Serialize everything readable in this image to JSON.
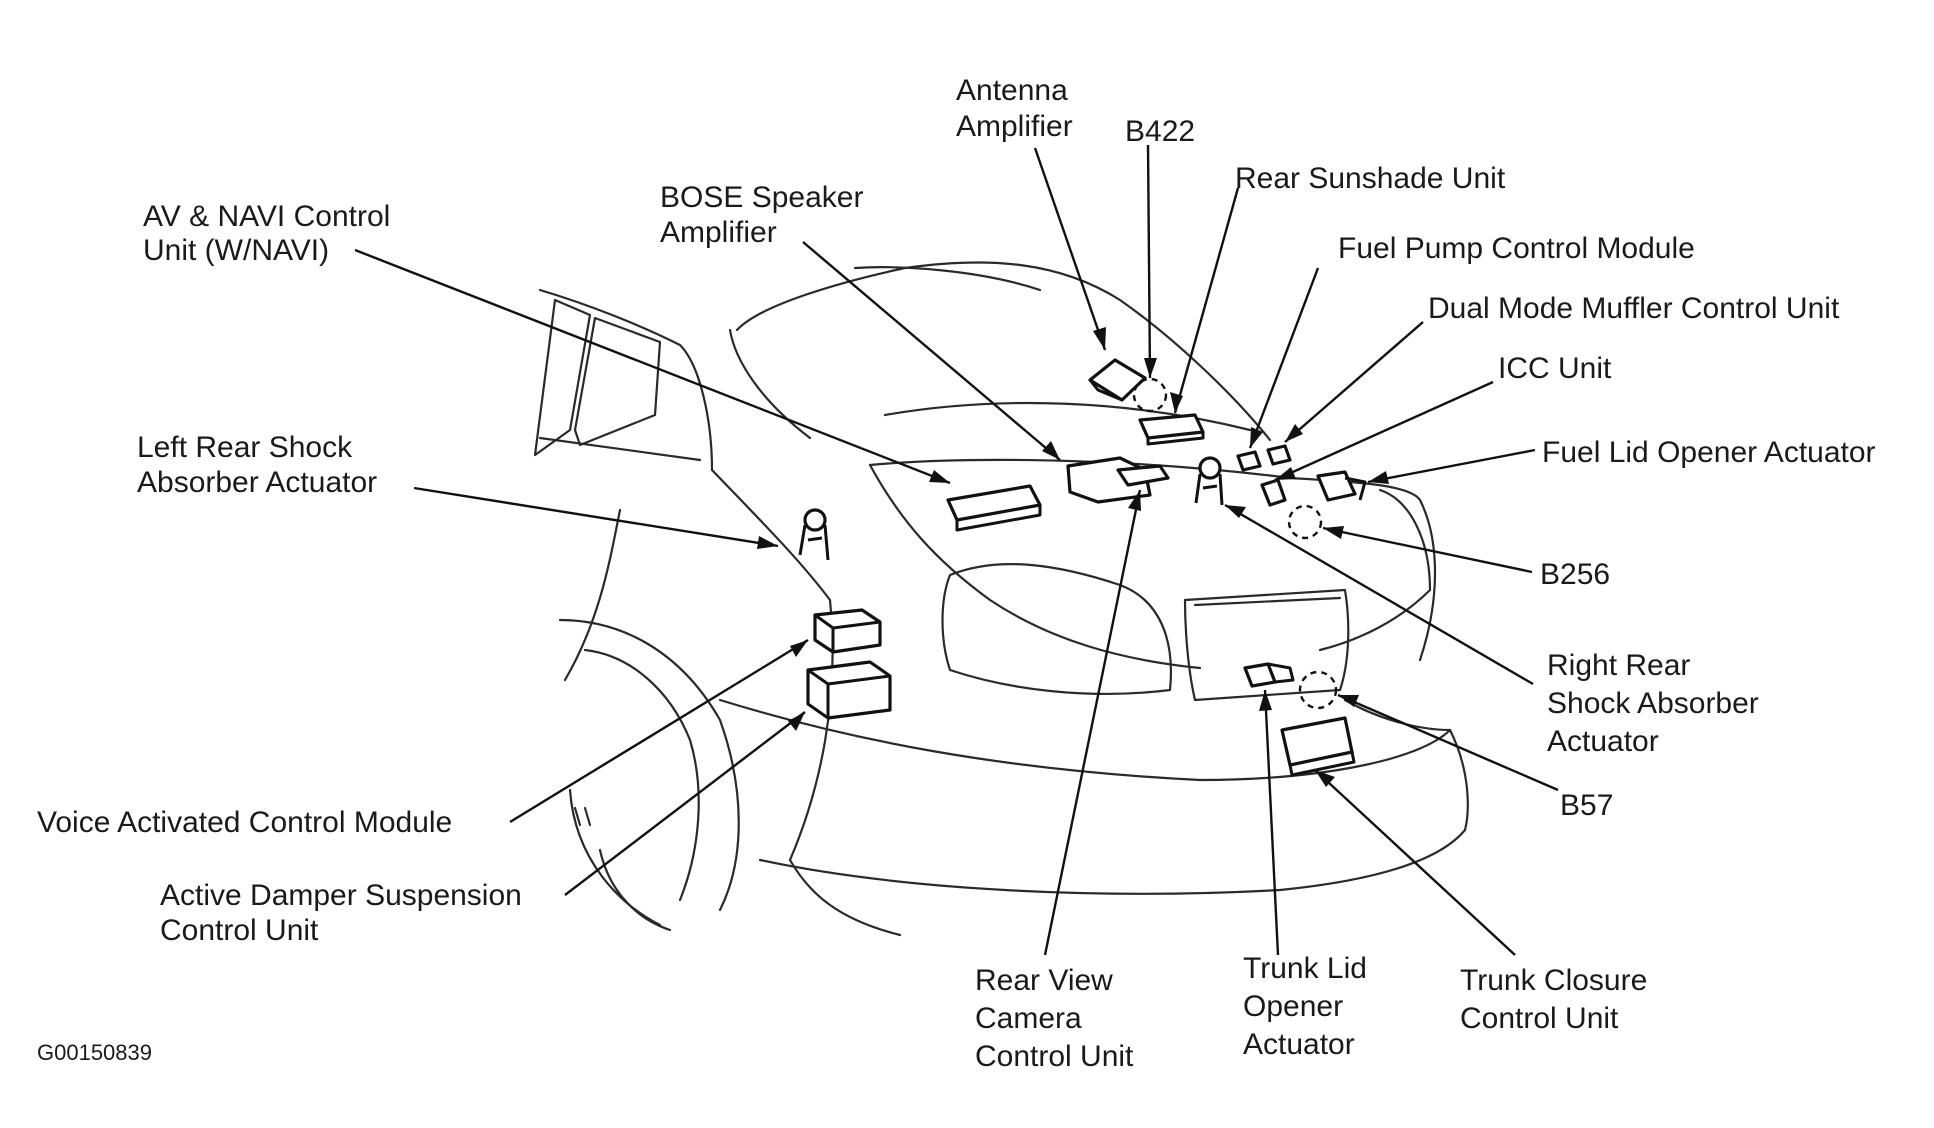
{
  "figure_code": "G00150839",
  "labels": {
    "antenna_amplifier": [
      "Antenna",
      "Amplifier"
    ],
    "b422": [
      "B422"
    ],
    "rear_sunshade_unit": [
      "Rear Sunshade Unit"
    ],
    "av_navi_control_unit": [
      "AV & NAVI Control",
      "Unit (W/NAVI)"
    ],
    "bose_speaker_amplifier": [
      "BOSE Speaker",
      "Amplifier"
    ],
    "fuel_pump_control_module": [
      "Fuel Pump Control Module"
    ],
    "dual_mode_muffler_control_unit": [
      "Dual Mode Muffler Control Unit"
    ],
    "icc_unit": [
      "ICC Unit"
    ],
    "fuel_lid_opener_actuator": [
      "Fuel Lid Opener Actuator"
    ],
    "left_rear_shock_absorber_actuator": [
      "Left Rear Shock",
      "Absorber Actuator"
    ],
    "b256": [
      "B256"
    ],
    "right_rear_shock_absorber_actuator": [
      "Right Rear",
      "Shock Absorber",
      "Actuator"
    ],
    "b57": [
      "B57"
    ],
    "voice_activated_control_module": [
      "Voice Activated Control Module"
    ],
    "active_damper_suspension_control_unit": [
      "Active Damper Suspension",
      "Control Unit"
    ],
    "rear_view_camera_control_unit": [
      "Rear View",
      "Camera",
      "Control Unit"
    ],
    "trunk_lid_opener_actuator": [
      "Trunk Lid",
      "Opener",
      "Actuator"
    ],
    "trunk_closure_control_unit": [
      "Trunk Closure",
      "Control Unit"
    ]
  }
}
